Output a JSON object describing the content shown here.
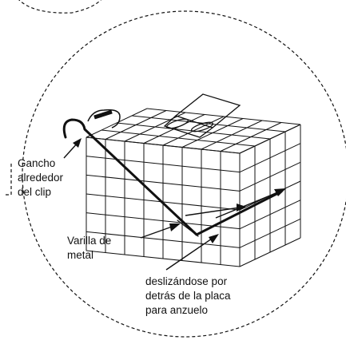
{
  "labels": {
    "hook_line1": "Gancho",
    "hook_line2": "alrededor",
    "hook_line3": "del clip",
    "rod_line1": "Varilla de",
    "rod_line2": "metal",
    "slide_line1": "deslizándose por",
    "slide_line2": "detrás de la placa",
    "slide_line3": "para anzuelo"
  },
  "colors": {
    "ink": "#111111",
    "background": "#ffffff"
  }
}
